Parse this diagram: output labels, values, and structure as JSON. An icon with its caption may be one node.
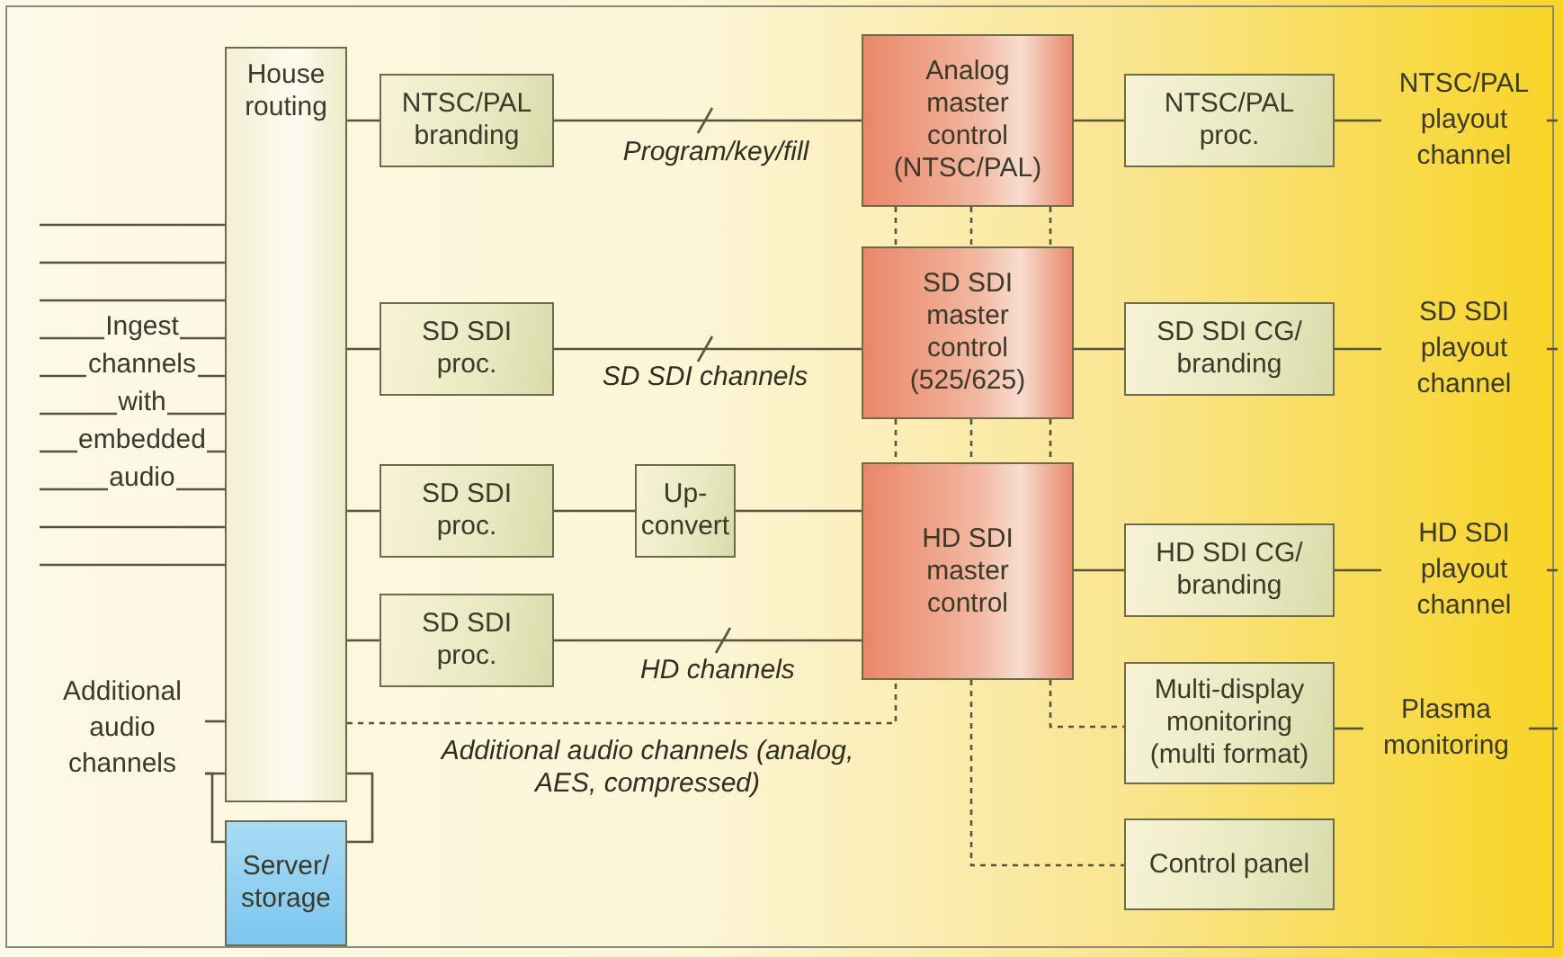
{
  "diagram": {
    "nodes": [
      {
        "text": [
          "House routing"
        ]
      },
      {
        "text": [
          "NTSC/PAL branding"
        ]
      },
      {
        "text": [
          "SD SDI proc."
        ]
      },
      {
        "text": [
          "SD SDI proc."
        ]
      },
      {
        "text": [
          "SD SDI proc."
        ]
      },
      {
        "text": [
          "Up-convert"
        ]
      },
      {
        "text": [
          "Analog master control (NTSC/PAL)"
        ]
      },
      {
        "text": [
          "SD SDI master control (525/625)"
        ]
      },
      {
        "text": [
          "HD SDI master control"
        ]
      },
      {
        "text": [
          "NTSC/PAL proc."
        ]
      },
      {
        "text": [
          "SD SDI CG/ branding"
        ]
      },
      {
        "text": [
          "HD SDI CG/ branding"
        ]
      },
      {
        "text": [
          "Multi-display monitoring (multi format)"
        ]
      },
      {
        "text": [
          "Control panel"
        ]
      },
      {
        "text": [
          "Server/ storage"
        ]
      },
      {
        "text": [
          "Additional audio channels"
        ]
      },
      {
        "text": [
          "NTSC/PAL playout channel"
        ]
      },
      {
        "text": [
          "SD SDI playout channel"
        ]
      },
      {
        "text": [
          "HD SDI playout channel"
        ]
      },
      {
        "text": [
          "Plasma monitoring"
        ]
      }
    ],
    "edges": [
      {
        "from": null,
        "to": 0,
        "arrow": "none"
      },
      {
        "from": null,
        "to": 0,
        "arrow": "none"
      },
      {
        "from": null,
        "to": 0,
        "arrow": "none"
      },
      {
        "from": null,
        "to": 0,
        "arrow": "none"
      },
      {
        "from": null,
        "to": 0,
        "arrow": "none"
      },
      {
        "from": null,
        "to": 0,
        "arrow": "none"
      },
      {
        "from": null,
        "to": 0,
        "arrow": "none"
      },
      {
        "from": null,
        "to": 0,
        "arrow": "none"
      },
      {
        "from": null,
        "to": 0,
        "arrow": "none"
      },
      {
        "from": null,
        "to": 0,
        "arrow": "none"
      },
      {
        "from": 15,
        "to": 0,
        "arrow": "none"
      },
      {
        "from": 15,
        "to": 0,
        "arrow": "none"
      },
      {
        "from": 15,
        "to": 14,
        "arrow": "none"
      },
      {
        "from": 0,
        "to": 14,
        "arrow": "none"
      },
      {
        "from": 0,
        "to": 1,
        "arrow": "none"
      },
      {
        "from": 0,
        "to": 2,
        "arrow": "none"
      },
      {
        "from": 0,
        "to": 3,
        "arrow": "none"
      },
      {
        "from": 0,
        "to": 4,
        "arrow": "none"
      },
      {
        "from": 1,
        "to": 6,
        "arrow": "none",
        "label": "Program/key/fill"
      },
      {
        "from": 2,
        "to": 7,
        "arrow": "none",
        "label": "SD SDI channels"
      },
      {
        "from": 3,
        "to": 5,
        "arrow": "none"
      },
      {
        "from": 5,
        "to": 8,
        "arrow": "none"
      },
      {
        "from": 4,
        "to": 8,
        "arrow": "none",
        "label": "HD channels"
      },
      {
        "from": 0,
        "to": 8,
        "arrow": "none",
        "style": "dashed",
        "label": "Additional audio channels (analog, AES, compressed)"
      },
      {
        "from": 6,
        "to": 7,
        "arrow": "none",
        "style": "dashed"
      },
      {
        "from": 6,
        "to": 7,
        "arrow": "none",
        "style": "dashed"
      },
      {
        "from": 6,
        "to": 7,
        "arrow": "none",
        "style": "dashed"
      },
      {
        "from": 7,
        "to": 8,
        "arrow": "none",
        "style": "dashed"
      },
      {
        "from": 7,
        "to": 8,
        "arrow": "none",
        "style": "dashed"
      },
      {
        "from": 7,
        "to": 8,
        "arrow": "none",
        "style": "dashed"
      },
      {
        "from": 8,
        "to": 12,
        "arrow": "none",
        "style": "dashed"
      },
      {
        "from": 8,
        "to": 13,
        "arrow": "none",
        "style": "dashed"
      },
      {
        "from": 6,
        "to": 9,
        "arrow": "none"
      },
      {
        "from": 7,
        "to": 10,
        "arrow": "none"
      },
      {
        "from": 8,
        "to": 11,
        "arrow": "none"
      },
      {
        "from": 9,
        "to": 16,
        "arrow": "none"
      },
      {
        "from": 10,
        "to": 17,
        "arrow": "none"
      },
      {
        "from": 11,
        "to": 18,
        "arrow": "none"
      },
      {
        "from": 12,
        "to": 19,
        "arrow": "none"
      },
      {
        "from": 16,
        "to": null,
        "arrow": "none"
      },
      {
        "from": 17,
        "to": null,
        "arrow": "none"
      },
      {
        "from": 18,
        "to": null,
        "arrow": "none"
      },
      {
        "from": 19,
        "to": null,
        "arrow": "none"
      }
    ],
    "labels": [
      "Ingest channels with embedded audio"
    ]
  }
}
